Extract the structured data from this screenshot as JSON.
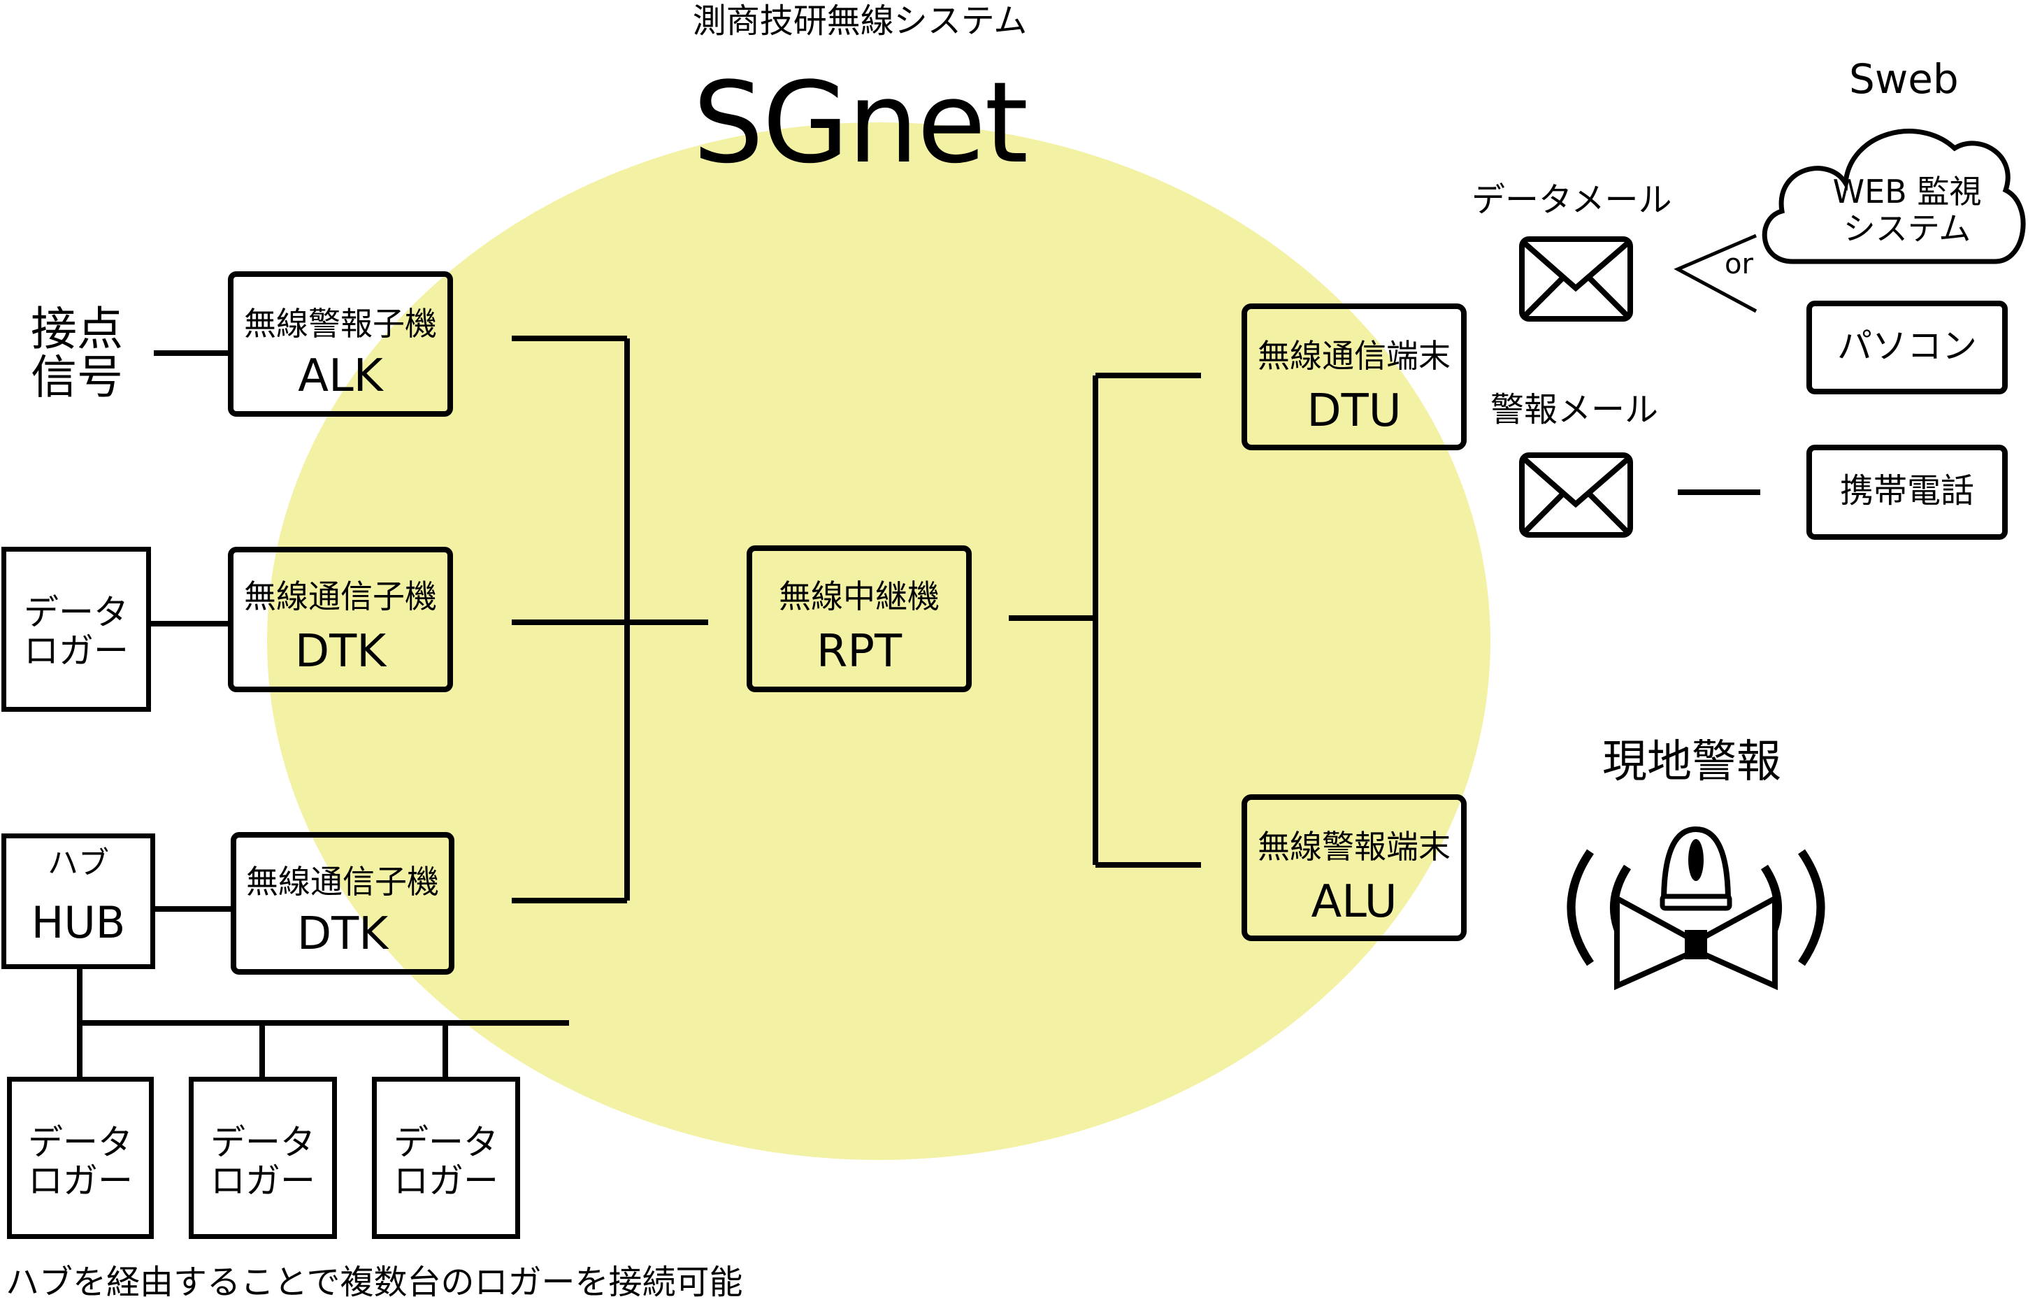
{
  "header": {
    "subtitle": "測商技研無線システム",
    "title": "SGnet"
  },
  "left": {
    "contact_signal_line1": "接点",
    "contact_signal_line2": "信号",
    "datalogger_line1": "データ",
    "datalogger_line2": "ロガー",
    "hub_jp": "ハブ",
    "hub_en": "HUB",
    "loggers": [
      {
        "line1": "データ",
        "line2": "ロガー"
      },
      {
        "line1": "データ",
        "line2": "ロガー"
      },
      {
        "line1": "データ",
        "line2": "ロガー"
      }
    ],
    "footnote": "ハブを経由することで複数台のロガーを接続可能"
  },
  "nodes": {
    "alk": {
      "jp": "無線警報子機",
      "en": "ALK"
    },
    "dtk1": {
      "jp": "無線通信子機",
      "en": "DTK"
    },
    "dtk2": {
      "jp": "無線通信子機",
      "en": "DTK"
    },
    "rpt": {
      "jp": "無線中継機",
      "en": "RPT"
    },
    "dtu": {
      "jp": "無線通信端末",
      "en": "DTU"
    },
    "alu": {
      "jp": "無線警報端末",
      "en": "ALU"
    }
  },
  "right": {
    "data_mail": "データメール",
    "alarm_mail": "警報メール",
    "or_label": "or",
    "sweb": "Sweb",
    "web_line1": "WEB 監視",
    "web_line2": "システム",
    "pc": "パソコン",
    "mobile": "携帯電話",
    "local_alarm": "現地警報"
  },
  "colors": {
    "network_area": "#f3f1a4",
    "line": "#000000"
  },
  "icons": [
    "mail-icon",
    "mail-icon",
    "cloud-icon",
    "siren-icon"
  ]
}
